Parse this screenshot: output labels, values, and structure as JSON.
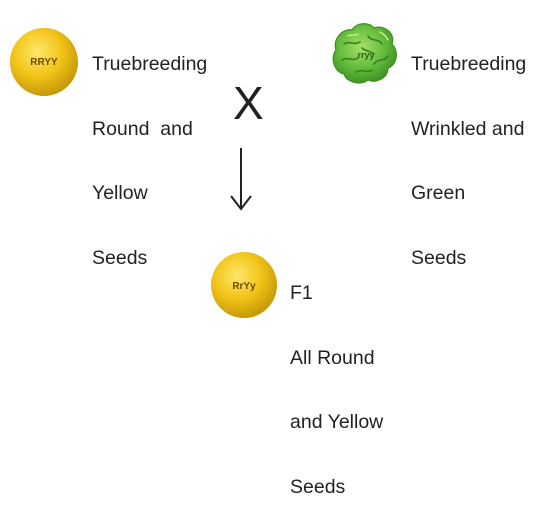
{
  "parent1": {
    "genotype": "RRYY",
    "lines": [
      "Truebreeding",
      "Round  and",
      "Yellow",
      "Seeds"
    ],
    "icon": "round-yellow-seed-icon",
    "color": "#f2c418"
  },
  "parent2": {
    "genotype": "rryy",
    "lines": [
      "Truebreeding",
      "Wrinkled and",
      "Green",
      "Seeds"
    ],
    "icon": "wrinkled-green-seed-icon",
    "color": "#5fb83a"
  },
  "cross": {
    "symbol": "X"
  },
  "offspring": {
    "genotype": "RrYy",
    "lines": [
      "F1",
      "All Round",
      "and Yellow",
      "Seeds"
    ],
    "icon": "round-yellow-seed-icon",
    "color": "#f2c418"
  }
}
